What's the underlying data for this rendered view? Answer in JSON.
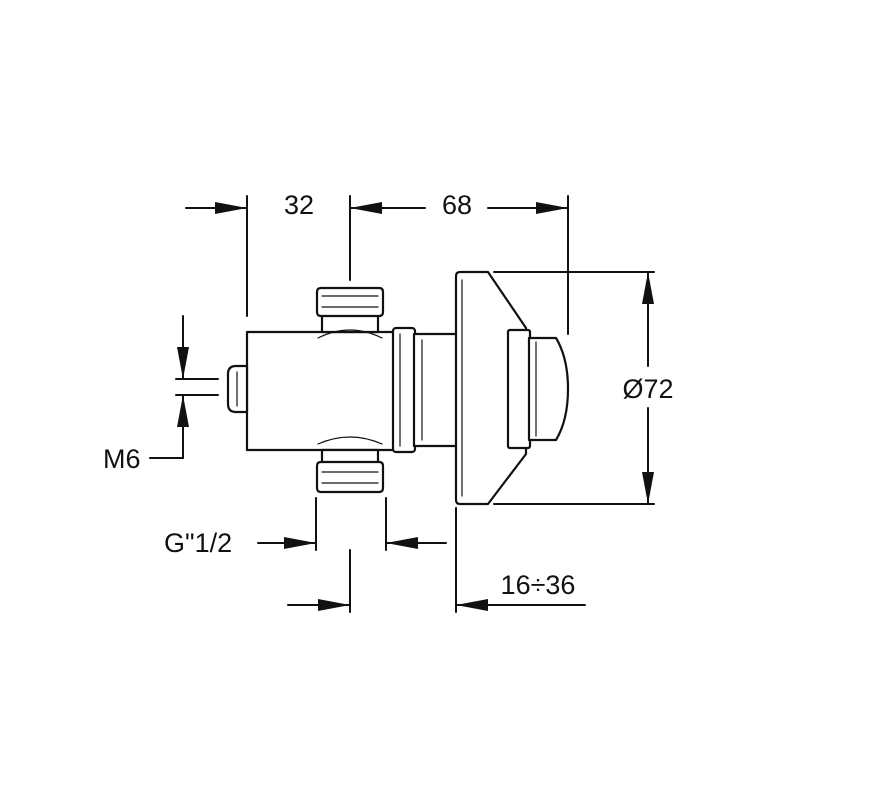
{
  "dimensions": {
    "top_left": "32",
    "top_right": "68",
    "diameter": "Ø72",
    "thread_m6": "M6",
    "thread_g": "G\"1/2",
    "wall_range": "16÷36"
  },
  "colors": {
    "line": "#111111",
    "background": "#ffffff"
  }
}
